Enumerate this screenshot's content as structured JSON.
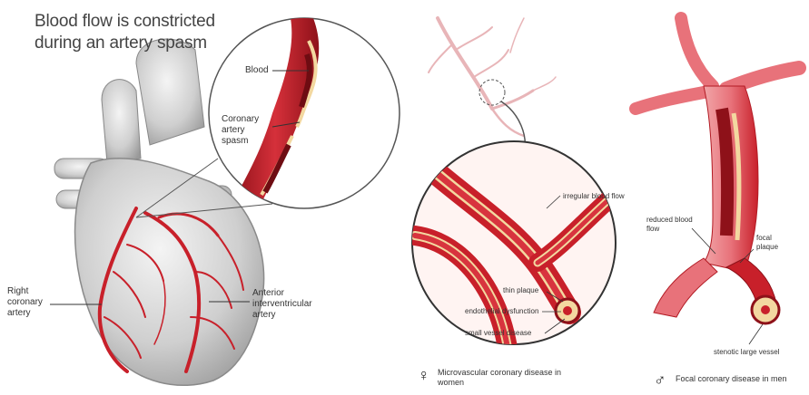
{
  "left": {
    "title": "Blood flow is constricted during an artery spasm",
    "labels": {
      "blood": "Blood",
      "spasm": "Coronary artery spasm",
      "right_coronary": "Right coronary artery",
      "anterior": "Anterior interventricular artery"
    }
  },
  "middle": {
    "labels": {
      "irregular_flow": "irregular blood flow",
      "thin_plaque": "thin plaque",
      "endothelial": "endothelial dysfunction",
      "small_vessel": "small vessel disease"
    },
    "caption_symbol": "♀",
    "caption": "Microvascular coronary disease in women"
  },
  "right": {
    "labels": {
      "reduced_flow": "reduced blood flow",
      "focal_plaque": "focal plaque",
      "stenotic": "stenotic large vessel"
    },
    "caption_symbol": "♂",
    "caption": "Focal coronary disease in men"
  },
  "colors": {
    "artery": "#c8202a",
    "artery_light": "#e8727a",
    "plaque": "#f3d8a0",
    "heart_gray": "#cfcfcf"
  }
}
